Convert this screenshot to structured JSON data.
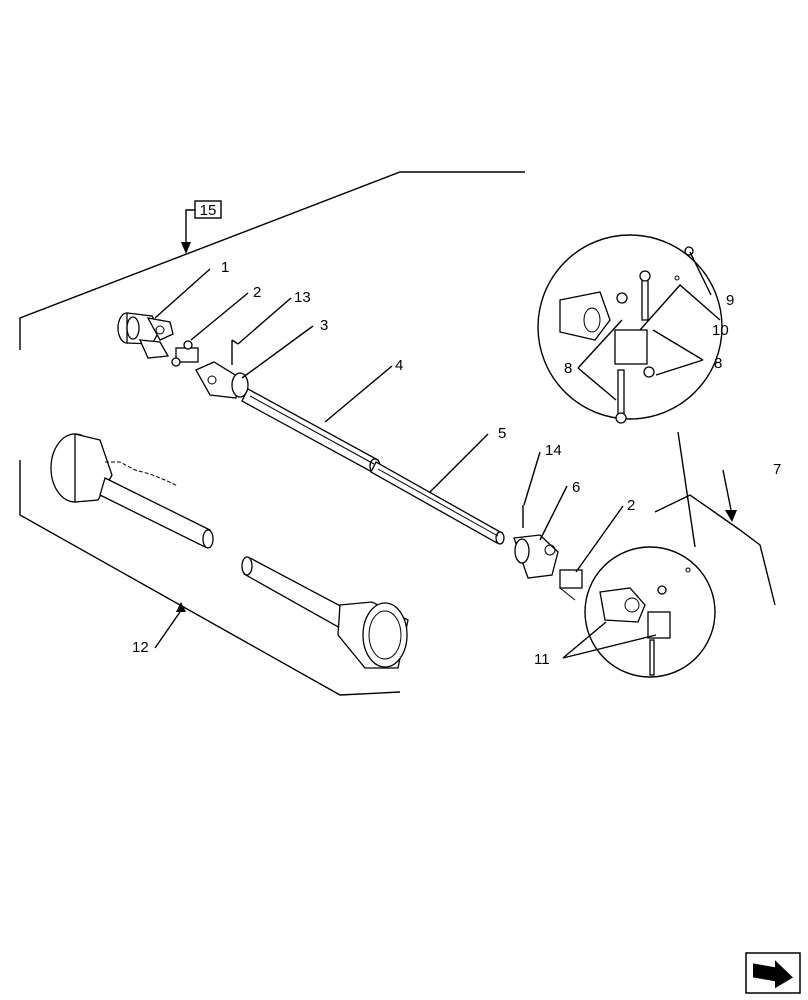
{
  "diagram": {
    "reference_box": "15",
    "callouts": [
      "1",
      "2",
      "13",
      "3",
      "4",
      "5",
      "14",
      "6",
      "2",
      "7",
      "9",
      "10",
      "8",
      "8",
      "11",
      "12"
    ]
  },
  "nav": {
    "icon": "next-page-arrow-icon"
  }
}
